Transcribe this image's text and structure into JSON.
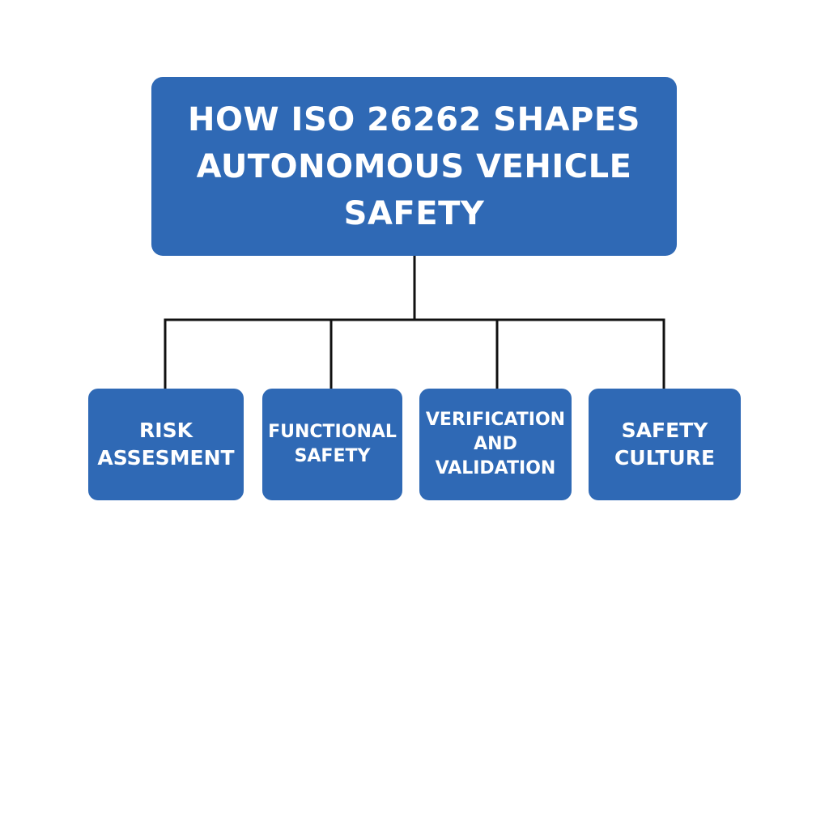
{
  "diagram": {
    "root": {
      "title": "HOW ISO 26262 SHAPES\nAUTONOMOUS VEHICLE\nSAFETY"
    },
    "children": [
      {
        "label": "RISK\nASSESMENT"
      },
      {
        "label": "FUNCTIONAL\nSAFETY"
      },
      {
        "label": "VERIFICATION\nAND\nVALIDATION"
      },
      {
        "label": "SAFETY\nCULTURE"
      }
    ],
    "colors": {
      "node_fill": "#2f69b5",
      "node_text": "#ffffff",
      "connector": "#111111",
      "background": "#ffffff"
    }
  }
}
